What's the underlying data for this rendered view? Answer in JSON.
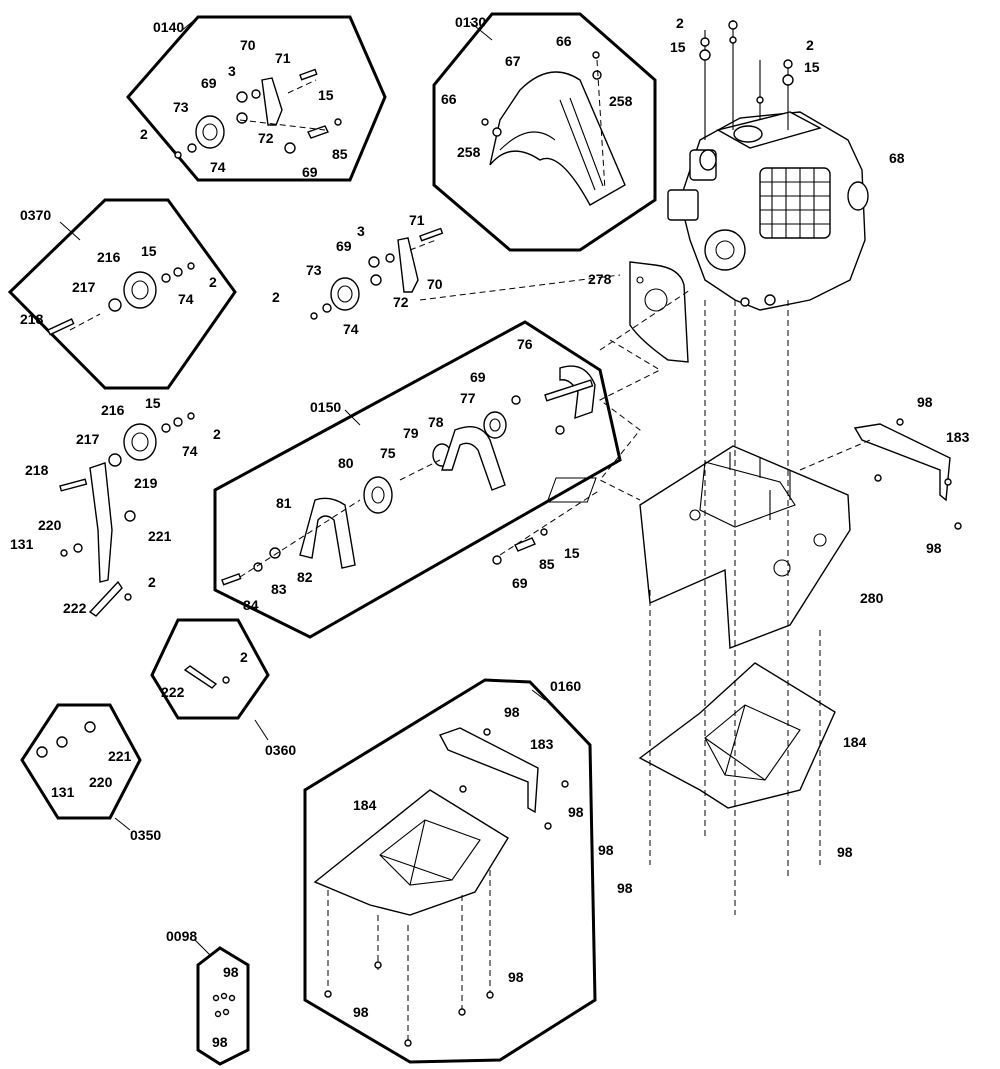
{
  "kits": [
    {
      "code": "0140"
    },
    {
      "code": "0130"
    },
    {
      "code": "0370"
    },
    {
      "code": "0150"
    },
    {
      "code": "0360"
    },
    {
      "code": "0350"
    },
    {
      "code": "0160"
    },
    {
      "code": "0098"
    }
  ],
  "labels": [
    "70",
    "71",
    "69",
    "3",
    "73",
    "72",
    "2",
    "74",
    "15",
    "85",
    "69",
    "67",
    "66",
    "258",
    "66",
    "258",
    "2",
    "15",
    "2",
    "15",
    "68",
    "216",
    "15",
    "217",
    "74",
    "2",
    "218",
    "69",
    "3",
    "71",
    "73",
    "72",
    "70",
    "2",
    "74",
    "278",
    "76",
    "69",
    "77",
    "79",
    "78",
    "75",
    "80",
    "81",
    "82",
    "83",
    "84",
    "85",
    "15",
    "69",
    "216",
    "15",
    "217",
    "74",
    "2",
    "218",
    "219",
    "220",
    "221",
    "131",
    "222",
    "2",
    "98",
    "183",
    "280",
    "98",
    "222",
    "2",
    "221",
    "131",
    "220",
    "98",
    "183",
    "184",
    "98",
    "184",
    "98",
    "98",
    "98",
    "98",
    "98",
    "98",
    "98"
  ]
}
